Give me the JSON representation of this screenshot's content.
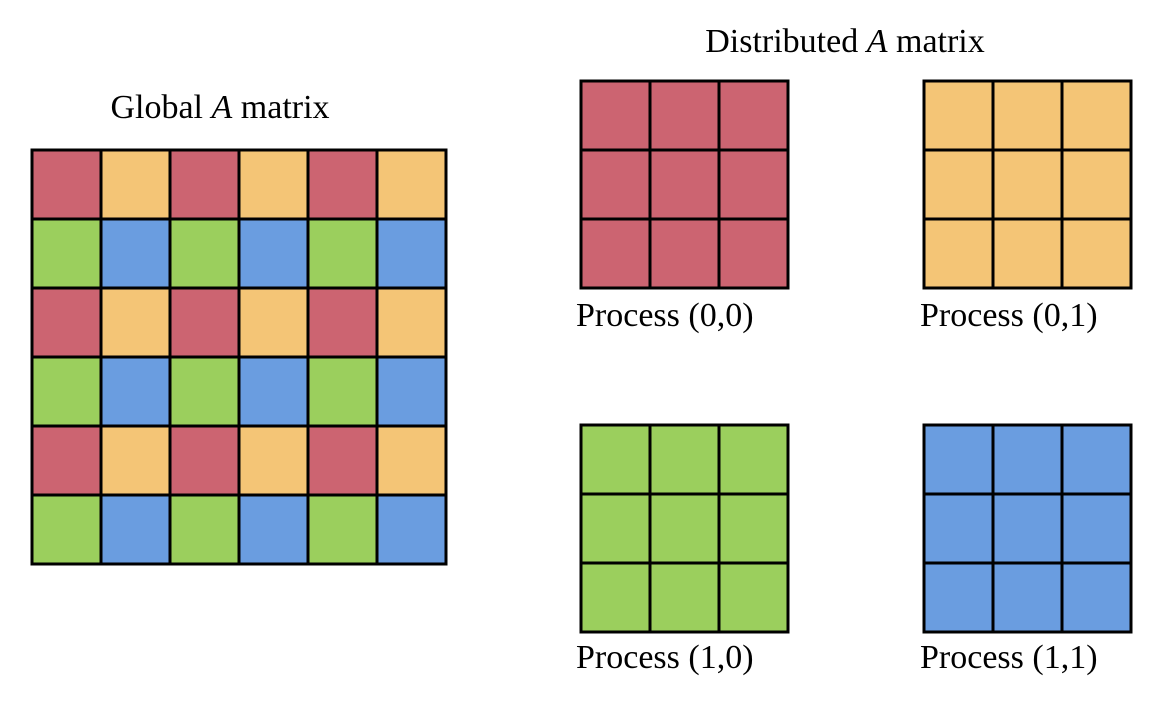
{
  "colors": {
    "red": "#CC6471",
    "orange": "#F4C576",
    "green": "#9BCF5D",
    "blue": "#6A9DE0",
    "line": "#000000"
  },
  "global_matrix": {
    "title_prefix": "Global",
    "title_var": "A",
    "title_suffix": "matrix",
    "rows": 6,
    "cols": 6,
    "cell_colors": [
      [
        "red",
        "orange",
        "red",
        "orange",
        "red",
        "orange"
      ],
      [
        "green",
        "blue",
        "green",
        "blue",
        "green",
        "blue"
      ],
      [
        "red",
        "orange",
        "red",
        "orange",
        "red",
        "orange"
      ],
      [
        "green",
        "blue",
        "green",
        "blue",
        "green",
        "blue"
      ],
      [
        "red",
        "orange",
        "red",
        "orange",
        "red",
        "orange"
      ],
      [
        "green",
        "blue",
        "green",
        "blue",
        "green",
        "blue"
      ]
    ]
  },
  "distributed_matrix": {
    "title_prefix": "Distributed",
    "title_var": "A",
    "title_suffix": "matrix",
    "blocks": [
      {
        "id": "p00",
        "label": "Process (0,0)",
        "color": "red",
        "rows": 3,
        "cols": 3
      },
      {
        "id": "p01",
        "label": "Process (0,1)",
        "color": "orange",
        "rows": 3,
        "cols": 3
      },
      {
        "id": "p10",
        "label": "Process (1,0)",
        "color": "green",
        "rows": 3,
        "cols": 3
      },
      {
        "id": "p11",
        "label": "Process (1,1)",
        "color": "blue",
        "rows": 3,
        "cols": 3
      }
    ]
  }
}
